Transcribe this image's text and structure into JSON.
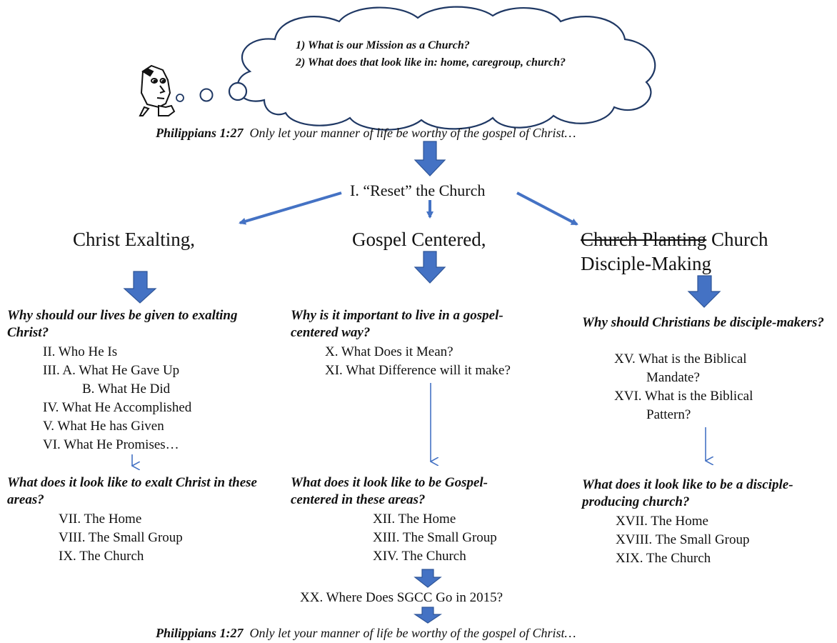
{
  "cloud": {
    "line1": "1) What is our Mission as a Church?",
    "line2": "2) What does that look like in: home, caregroup, church?"
  },
  "verse_top": {
    "ref": "Philippians 1:27",
    "text": "Only let your manner of life be worthy of the gospel of Christ…"
  },
  "reset": "I. “Reset” the Church",
  "columns": {
    "left": {
      "heading": "Christ Exalting,",
      "question": "Why should our lives be given to exalting Christ?",
      "items": [
        "II. Who He Is",
        "III.   A. What He Gave Up",
        "B. What He Did",
        "IV. What He Accomplished",
        "V. What He has Given",
        "VI. What He Promises…"
      ],
      "question2": "What does it look like to exalt Christ in these areas?",
      "items2": [
        "VII.  The Home",
        "VIII.  The Small Group",
        "IX.   The Church"
      ]
    },
    "center": {
      "heading": "Gospel Centered,",
      "question": "Why is it important to live in a gospel-centered way?",
      "items": [
        "X. What Does it Mean?",
        "XI. What Difference will it make?"
      ],
      "question2": "What does it look like to be Gospel-centered in these areas?",
      "items2": [
        "XII.  The Home",
        "XIII. The Small Group",
        "XIV. The Church"
      ]
    },
    "right": {
      "heading_struck": "Church Planting",
      "heading_rest": " Church",
      "heading_line2": "Disciple-Making",
      "question": "Why should Christians be disciple-makers?",
      "items": [
        "XV. What is the Biblical",
        "Mandate?",
        "XVI. What is the Biblical",
        "Pattern?"
      ],
      "question2": "What does it look like to be a disciple-producing church?",
      "items2": [
        "XVII.   The Home",
        "XVIII.  The Small Group",
        "XIX.     The Church"
      ]
    },
    "final": "XX. Where Does SGCC Go in 2015?"
  },
  "verse_bottom": {
    "ref": "Philippians 1:27",
    "text": "Only let your manner of life be worthy of the gospel of Christ…"
  },
  "colors": {
    "arrow": "#4472c4",
    "arrow_dark": "#2f5597",
    "cloud_stroke": "#1f3864"
  }
}
